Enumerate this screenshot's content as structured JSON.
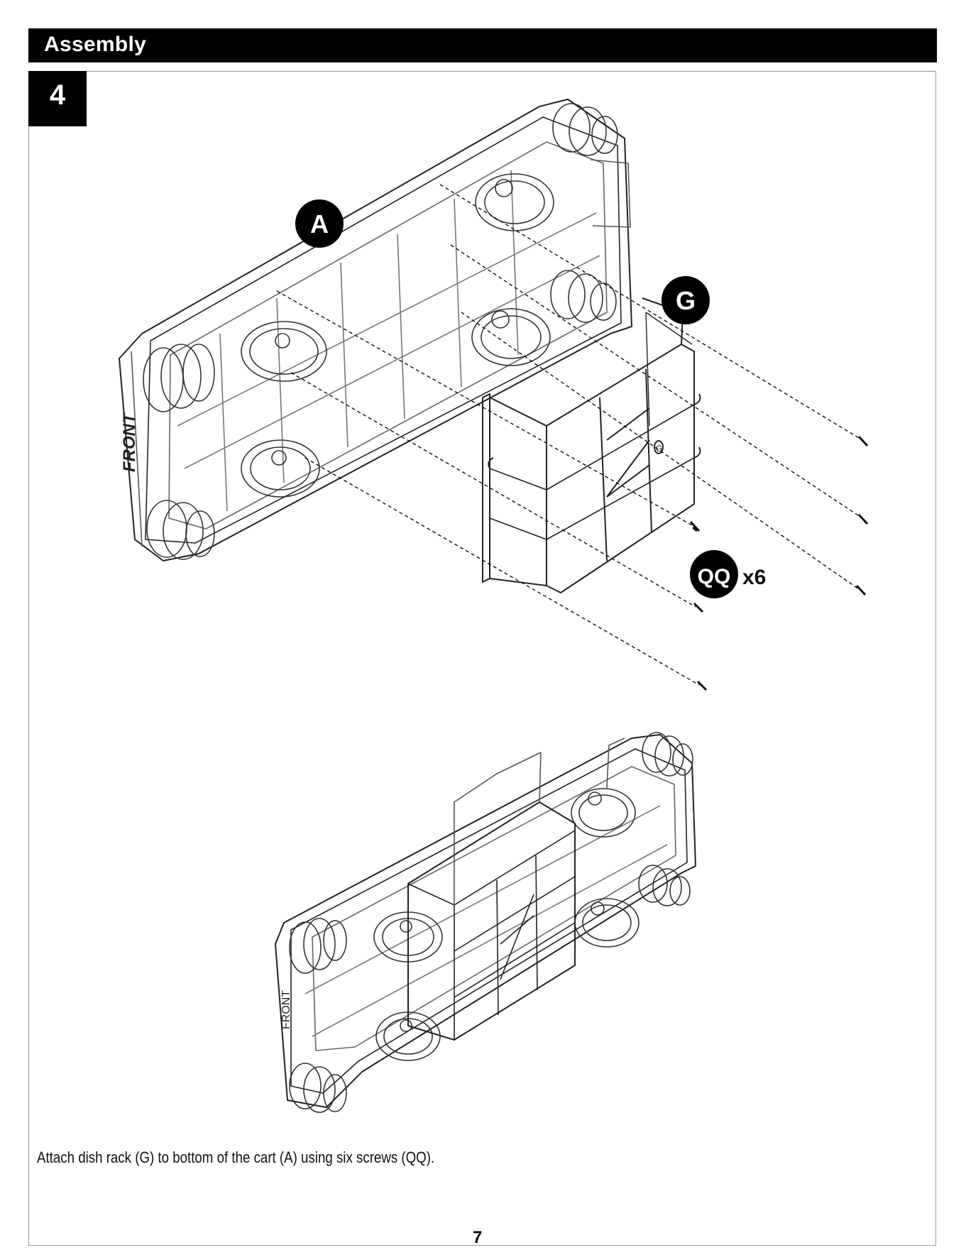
{
  "header": {
    "title": "Assembly"
  },
  "step": {
    "number": "4"
  },
  "parts": {
    "cart_callout": "A",
    "rack_callout": "G",
    "screw_callout": "QQ",
    "screw_qty": "x6"
  },
  "cart_labels": {
    "front": "FRONT",
    "rack_mark": "G"
  },
  "instruction": "Attach dish rack (G) to bottom of the cart (A) using six screws (QQ).",
  "footer": {
    "page_number": "7"
  }
}
